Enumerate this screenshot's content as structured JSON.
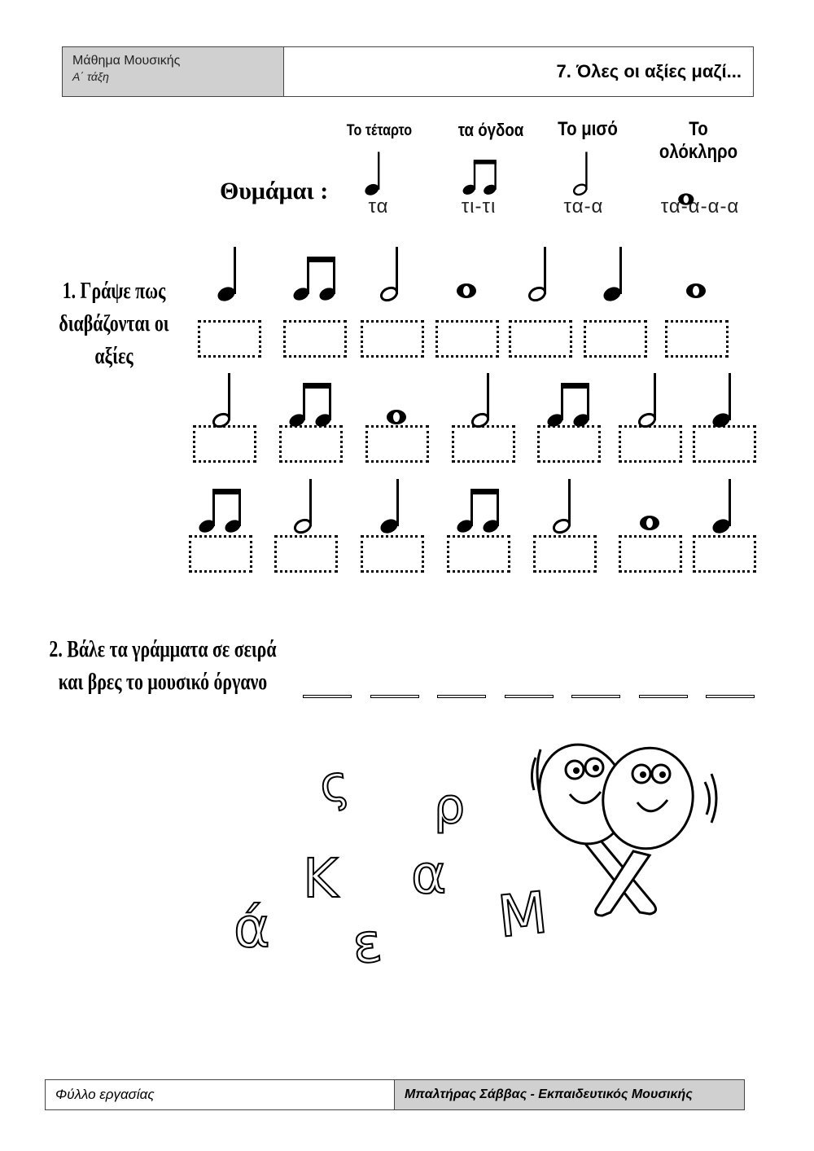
{
  "header": {
    "subject": "Μάθημα Μουσικής",
    "grade": "Α΄ τάξη",
    "title": "7. Όλες οι αξίες μαζί..."
  },
  "legend": {
    "remember_label": "Θυμάμαι :",
    "items": [
      {
        "name": "Το τέταρτο",
        "syllable": "τα",
        "note": "quarter"
      },
      {
        "name": "τα όγδοα",
        "syllable": "τι-τι",
        "note": "eighths"
      },
      {
        "name": "Το μισό",
        "syllable": "τα-α",
        "note": "half"
      },
      {
        "name": "Το ολόκληρο",
        "syllable": "τα-α-α-α",
        "note": "whole"
      }
    ]
  },
  "exercise1": {
    "title_line1": "1. Γράψε πως",
    "title_line2": "διαβάζονται οι αξίες",
    "rows": [
      [
        "quarter",
        "eighths",
        "half",
        "whole",
        "half",
        "quarter",
        "whole"
      ],
      [
        "half",
        "eighths",
        "whole",
        "half",
        "eighths",
        "half",
        "quarter"
      ],
      [
        "eighths",
        "half",
        "quarter",
        "eighths",
        "half",
        "whole",
        "quarter"
      ]
    ]
  },
  "exercise2": {
    "title_line1": "2. Βάλε τα γράμματα σε σειρά",
    "title_line2": "και βρες το μουσικό όργανο",
    "blank_count": 7,
    "letters": [
      "ς",
      "ρ",
      "Κ",
      "α",
      "ά",
      "ε",
      "Μ"
    ],
    "image_icon": "maracas-icon"
  },
  "footer": {
    "left": "Φύλλο εργασίας",
    "right": "Μπαλτήρας Σάββας - Εκπαιδευτικός Μουσικής"
  }
}
